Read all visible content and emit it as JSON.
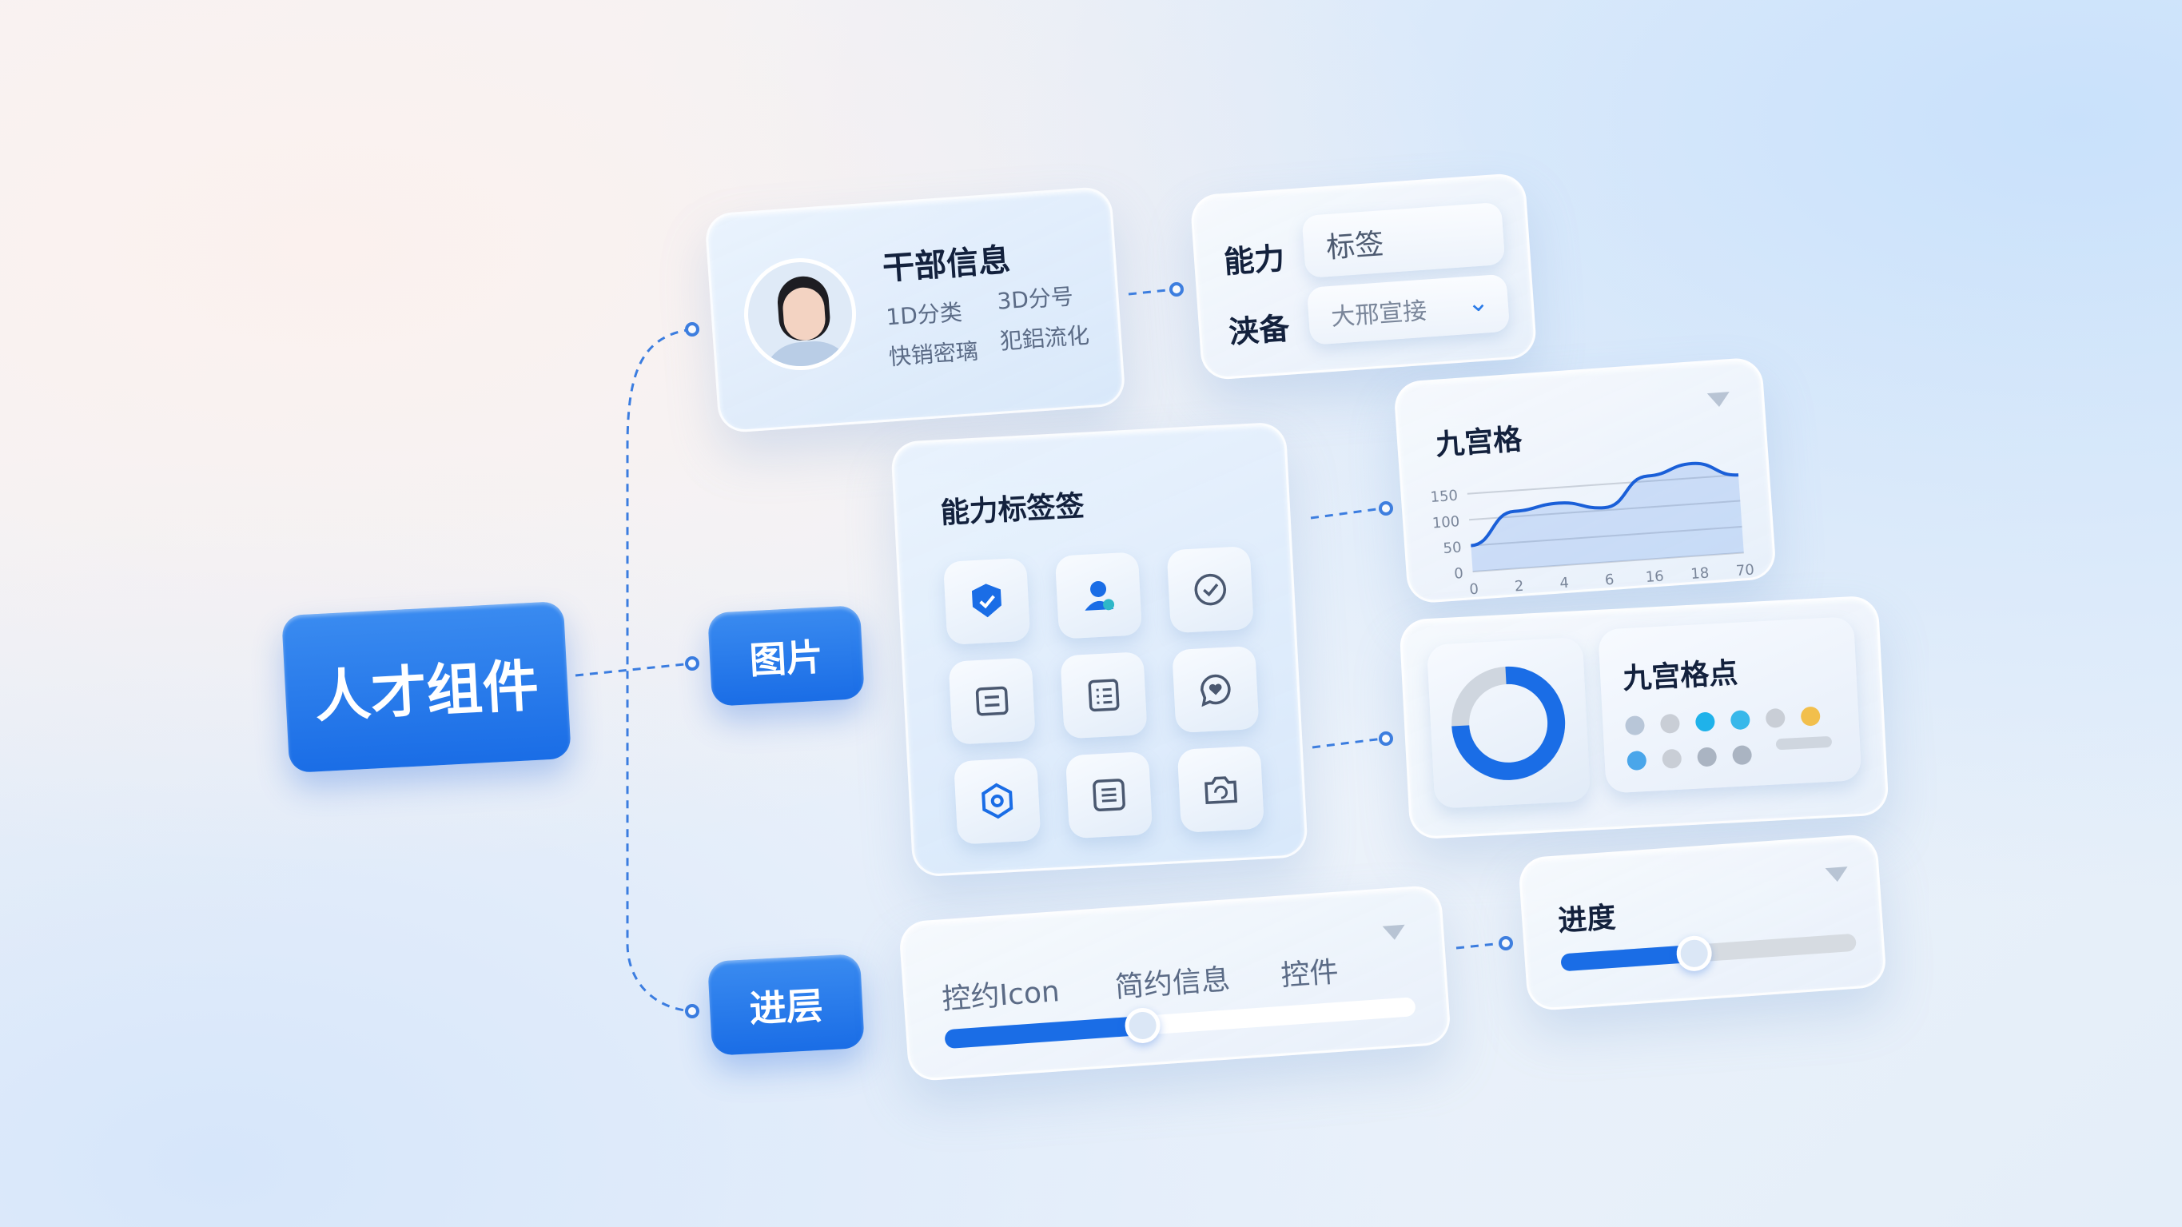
{
  "root": {
    "label": "人才组件"
  },
  "branches": [
    {
      "label": "图片"
    },
    {
      "label": "进层"
    }
  ],
  "profile": {
    "title": "干部信息",
    "fields": [
      "1D分类",
      "3D分号",
      "快销密璃",
      "犯鋁流化"
    ]
  },
  "ability_form": {
    "row1_label": "能力",
    "row1_value": "标签",
    "row2_label": "浃备",
    "row2_value": "大邢宣接"
  },
  "icon_grid": {
    "title": "能力标签签",
    "icons": [
      "shield-check-icon",
      "user-add-icon",
      "check-circle-icon",
      "document-icon",
      "list-icon",
      "heart-chat-icon",
      "hexagon-settings-icon",
      "document-lines-icon",
      "refresh-camera-icon"
    ]
  },
  "chart_data": {
    "type": "area",
    "title": "九宫格",
    "x": [
      "0",
      "2",
      "4",
      "6",
      "16",
      "18",
      "70"
    ],
    "values": [
      50,
      110,
      120,
      105,
      160,
      178,
      150
    ],
    "yticks": [
      "0",
      "50",
      "100",
      "150"
    ],
    "ylim": [
      0,
      200
    ],
    "color": "#1a5fd8"
  },
  "dots_card": {
    "title": "九宫格点",
    "donut_percent": 75,
    "row1": [
      "#b8c6d8",
      "#c9ced6",
      "#1fb2ea",
      "#38b8ea",
      "#c9ced6",
      "#f2bf4c"
    ],
    "row2": [
      "#4aa6ea",
      "#c9ced6",
      "#aab4c2",
      "#aab4c2"
    ]
  },
  "tabs_slider": {
    "tabs": [
      "控约Icon",
      "简约信息",
      "控件"
    ],
    "value_percent": 42
  },
  "progress": {
    "title": "进度",
    "value_percent": 45
  },
  "colors": {
    "accent": "#1a6de6",
    "text": "#13213d"
  }
}
